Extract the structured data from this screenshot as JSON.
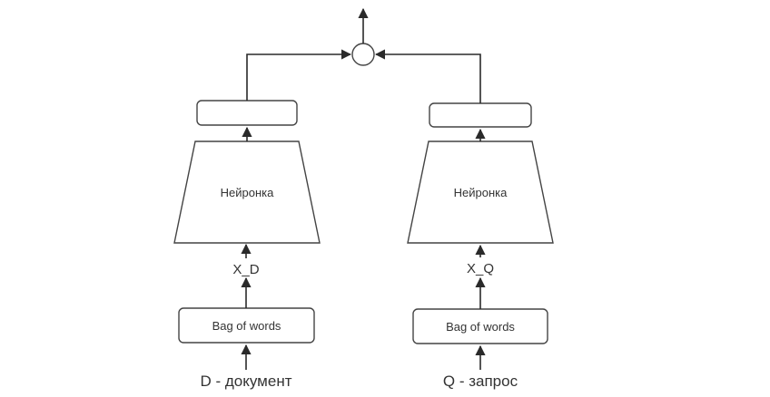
{
  "left_branch": {
    "input_label": "D - документ",
    "encoder_label": "Bag of words",
    "vector_label": "X_D",
    "network_label": "Нейронка"
  },
  "right_branch": {
    "input_label": "Q - запрос",
    "encoder_label": "Bag of words",
    "vector_label": "X_Q",
    "network_label": "Нейронка"
  },
  "colors": {
    "stroke": "#444444",
    "arrow": "#2a2a2a",
    "text": "#333333",
    "background": "#ffffff"
  }
}
